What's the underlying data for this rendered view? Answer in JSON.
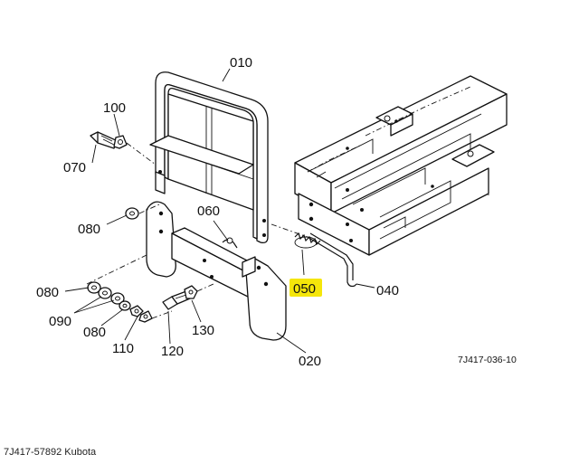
{
  "diagram": {
    "callouts": [
      {
        "id": "010",
        "label": "010",
        "highlighted": false
      },
      {
        "id": "100",
        "label": "100",
        "highlighted": false
      },
      {
        "id": "070",
        "label": "070",
        "highlighted": false
      },
      {
        "id": "080a",
        "label": "080",
        "highlighted": false
      },
      {
        "id": "060",
        "label": "060",
        "highlighted": false
      },
      {
        "id": "080b",
        "label": "080",
        "highlighted": false
      },
      {
        "id": "090",
        "label": "090",
        "highlighted": false
      },
      {
        "id": "080c",
        "label": "080",
        "highlighted": false
      },
      {
        "id": "110",
        "label": "110",
        "highlighted": false
      },
      {
        "id": "120",
        "label": "120",
        "highlighted": false
      },
      {
        "id": "130",
        "label": "130",
        "highlighted": false
      },
      {
        "id": "050",
        "label": "050",
        "highlighted": true
      },
      {
        "id": "040",
        "label": "040",
        "highlighted": false
      },
      {
        "id": "020",
        "label": "020",
        "highlighted": false
      }
    ],
    "highlight_color": "#f5e60a",
    "drawing_number": "7J417-036-10"
  },
  "footer": {
    "caption": "7J417-57892 Kubota"
  }
}
